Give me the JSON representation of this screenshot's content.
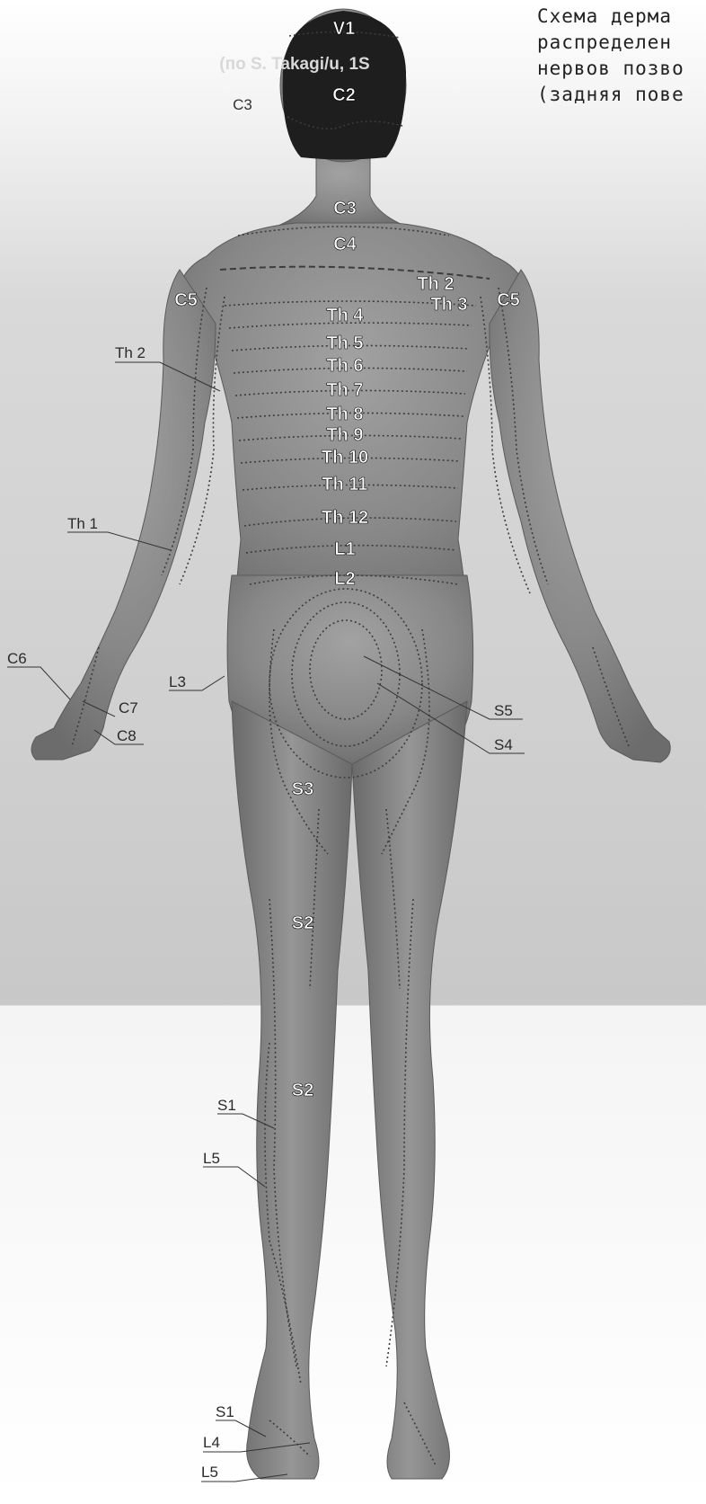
{
  "caption": {
    "line1": "Схема дерма",
    "line2": "распределен",
    "line3": "нервов позво",
    "line4": "(задняя пове"
  },
  "faded_text": {
    "line1": "(по S. Takagi/u, 1S"
  },
  "head_labels": {
    "v1": "V1",
    "c2": "C2"
  },
  "spine_labels": [
    "C3",
    "C4",
    "Th 4",
    "Th 5",
    "Th 6",
    "Th 7",
    "Th 8",
    "Th 9",
    "Th 10",
    "Th 11",
    "Th 12",
    "L1",
    "L2"
  ],
  "body_labels": {
    "c3_neck": "C3",
    "th2_back": "Th 2",
    "th3_back": "Th 3",
    "c5_left": "C5",
    "c5_right": "C5",
    "s3": "S3",
    "s2_thigh": "S2",
    "s2_calf": "S2"
  },
  "callouts": {
    "c6": "C6",
    "c7": "C7",
    "c8": "C8",
    "th1": "Th 1",
    "th2_arm": "Th 2",
    "l3": "L3",
    "s5": "S5",
    "s4": "S4",
    "s1_leg": "S1",
    "l5_leg": "L5",
    "s1_foot": "S1",
    "l4_foot": "L4",
    "l5_foot": "L5"
  },
  "colors": {
    "skin": "#8a8a8a",
    "skin_dark": "#5e5e5e",
    "hair": "#1e1e1e",
    "background_top": "#ffffff",
    "background_mid": "#d6d6d6",
    "floor": "#ececec"
  }
}
